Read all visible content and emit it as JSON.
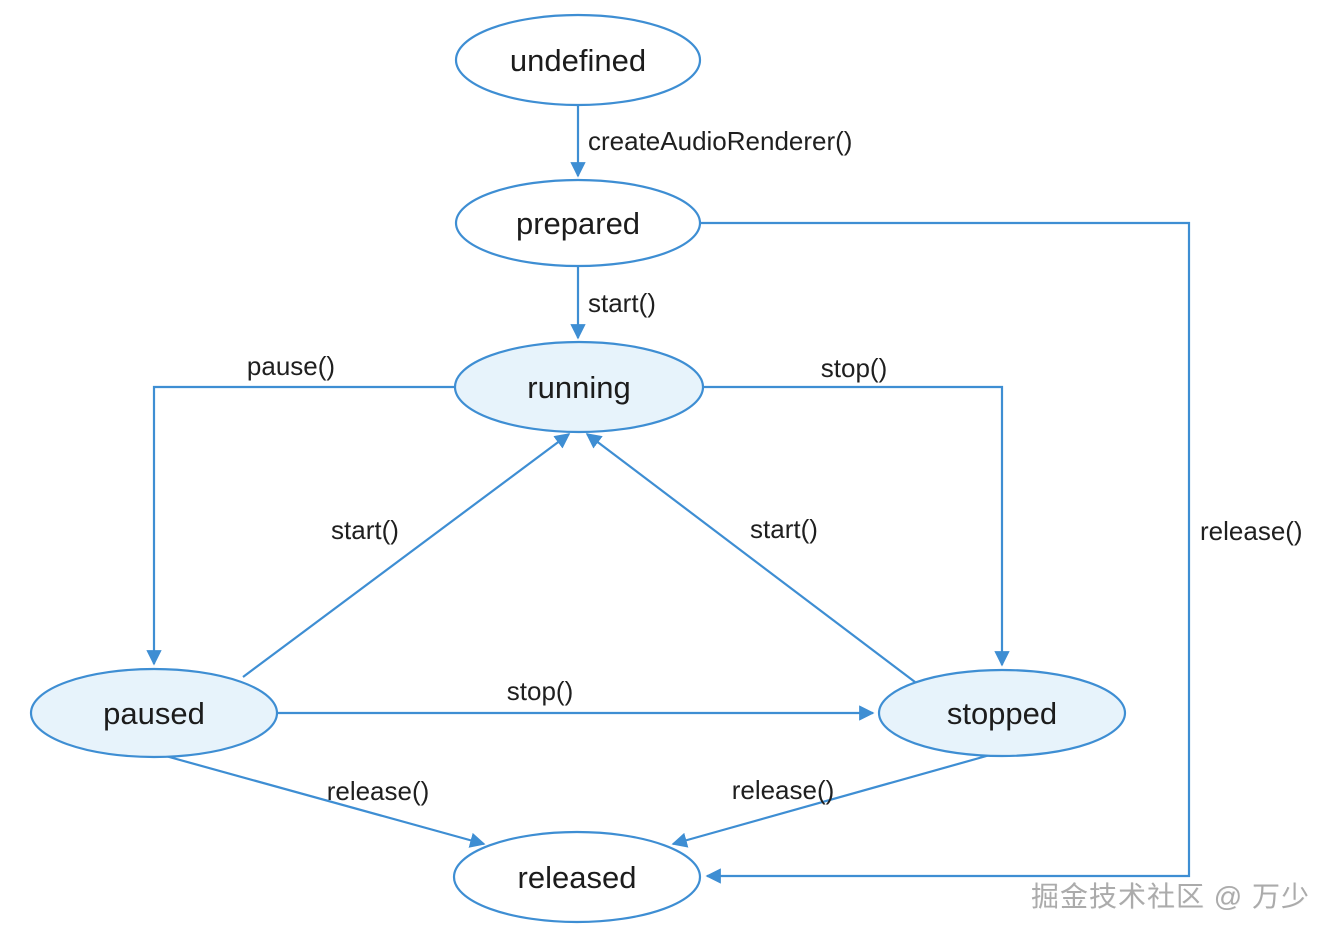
{
  "diagram": {
    "type": "state-transition-diagram",
    "subject": "AudioRenderer state machine",
    "colors": {
      "line_stroke": "#3e8ed3",
      "node_fill_light": "#e7f3fb",
      "node_fill_white": "#ffffff",
      "label_text": "#1c1c1c",
      "background": "#ffffff"
    },
    "nodes": [
      {
        "id": "undefined",
        "label": "undefined",
        "fill": "white"
      },
      {
        "id": "prepared",
        "label": "prepared",
        "fill": "white"
      },
      {
        "id": "running",
        "label": "running",
        "fill": "light"
      },
      {
        "id": "paused",
        "label": "paused",
        "fill": "light"
      },
      {
        "id": "stopped",
        "label": "stopped",
        "fill": "light"
      },
      {
        "id": "released",
        "label": "released",
        "fill": "white"
      }
    ],
    "edges": [
      {
        "from": "undefined",
        "to": "prepared",
        "label": "createAudioRenderer()"
      },
      {
        "from": "prepared",
        "to": "running",
        "label": "start()"
      },
      {
        "from": "running",
        "to": "paused",
        "label": "pause()"
      },
      {
        "from": "running",
        "to": "stopped",
        "label": "stop()"
      },
      {
        "from": "paused",
        "to": "running",
        "label": "start()"
      },
      {
        "from": "stopped",
        "to": "running",
        "label": "start()"
      },
      {
        "from": "paused",
        "to": "stopped",
        "label": "stop()"
      },
      {
        "from": "paused",
        "to": "released",
        "label": "release()"
      },
      {
        "from": "stopped",
        "to": "released",
        "label": "release()"
      },
      {
        "from": "prepared",
        "to": "released",
        "label": "release()"
      }
    ]
  },
  "watermark": {
    "text": "掘金技术社区 @ 万少"
  }
}
